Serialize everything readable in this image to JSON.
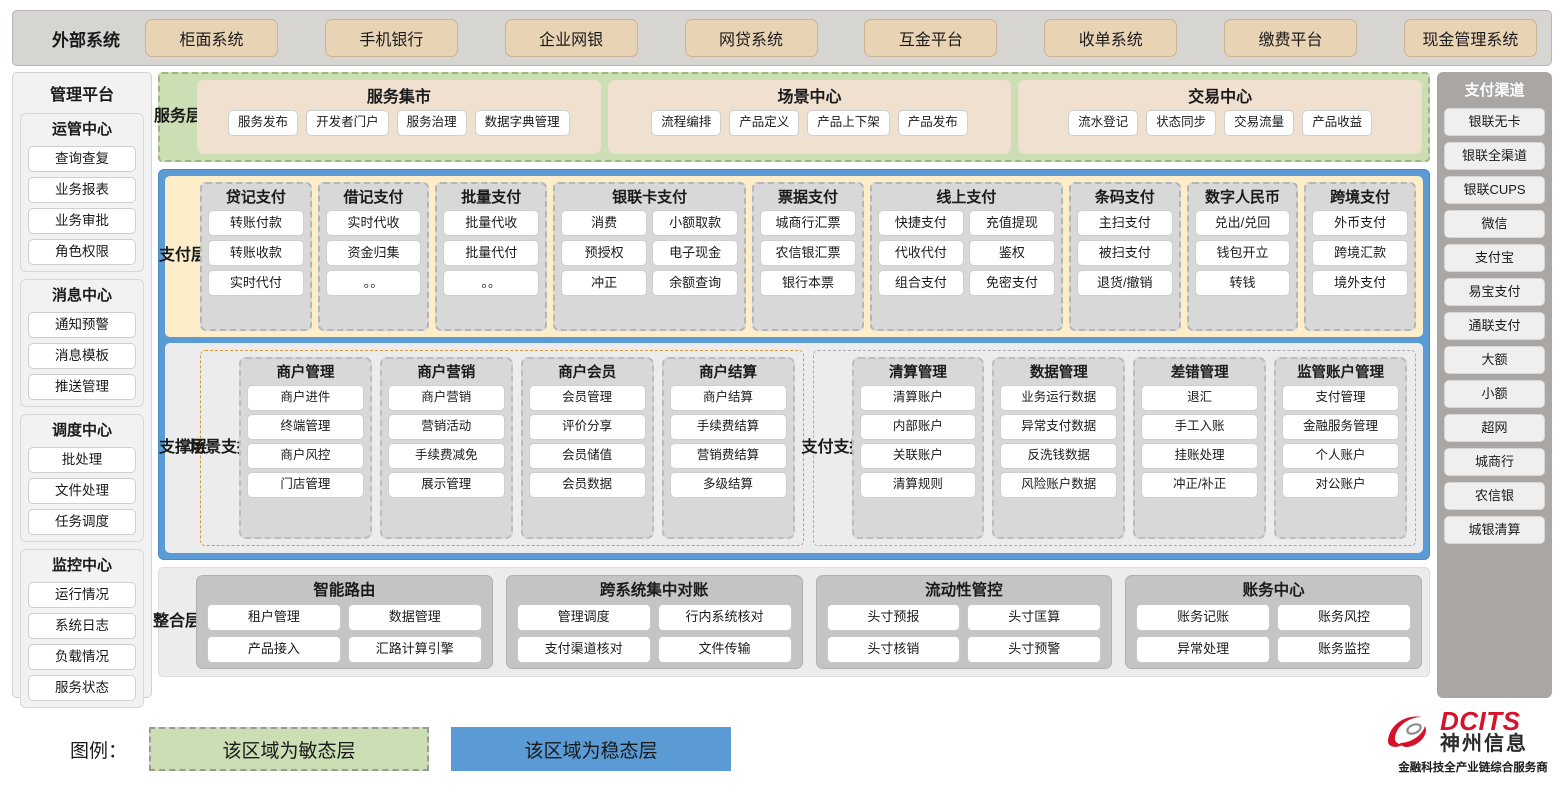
{
  "external": {
    "title": "外部系统",
    "items": [
      "柜面系统",
      "手机银行",
      "企业网银",
      "网贷系统",
      "互金平台",
      "收单系统",
      "缴费平台",
      "现金管理系统"
    ]
  },
  "management": {
    "title": "管理平台",
    "groups": [
      {
        "title": "运管中心",
        "items": [
          "查询查复",
          "业务报表",
          "业务审批",
          "角色权限"
        ]
      },
      {
        "title": "消息中心",
        "items": [
          "通知预警",
          "消息模板",
          "推送管理"
        ]
      },
      {
        "title": "调度中心",
        "items": [
          "批处理",
          "文件处理",
          "任务调度"
        ]
      },
      {
        "title": "监控中心",
        "items": [
          "运行情况",
          "系统日志",
          "负载情况",
          "服务状态"
        ]
      }
    ]
  },
  "channels": {
    "title": "支付渠道",
    "items": [
      "银联无卡",
      "银联全渠道",
      "银联CUPS",
      "微信",
      "支付宝",
      "易宝支付",
      "通联支付",
      "大额",
      "小额",
      "超网",
      "城商行",
      "农信银",
      "城银清算"
    ]
  },
  "service_layer": {
    "label": "服务层",
    "groups": [
      {
        "title": "服务集市",
        "items": [
          "服务发布",
          "开发者门户",
          "服务治理",
          "数据字典管理"
        ]
      },
      {
        "title": "场景中心",
        "items": [
          "流程编排",
          "产品定义",
          "产品上下架",
          "产品发布"
        ]
      },
      {
        "title": "交易中心",
        "items": [
          "流水登记",
          "状态同步",
          "交易流量",
          "产品收益"
        ]
      }
    ]
  },
  "payment_layer": {
    "label": "支付层",
    "groups": [
      {
        "title": "贷记支付",
        "cols": 1,
        "rows": [
          [
            "转账付款"
          ],
          [
            "转账收款"
          ],
          [
            "实时代付"
          ]
        ]
      },
      {
        "title": "借记支付",
        "cols": 1,
        "rows": [
          [
            "实时代收"
          ],
          [
            "资金归集"
          ],
          [
            "。。"
          ]
        ]
      },
      {
        "title": "批量支付",
        "cols": 1,
        "rows": [
          [
            "批量代收"
          ],
          [
            "批量代付"
          ],
          [
            "。。"
          ]
        ]
      },
      {
        "title": "银联卡支付",
        "cols": 2,
        "rows": [
          [
            "消费",
            "小额取款"
          ],
          [
            "预授权",
            "电子现金"
          ],
          [
            "冲正",
            "余额查询"
          ]
        ]
      },
      {
        "title": "票据支付",
        "cols": 1,
        "rows": [
          [
            "城商行汇票"
          ],
          [
            "农信银汇票"
          ],
          [
            "银行本票"
          ]
        ]
      },
      {
        "title": "线上支付",
        "cols": 2,
        "rows": [
          [
            "快捷支付",
            "充值提现"
          ],
          [
            "代收代付",
            "鉴权"
          ],
          [
            "组合支付",
            "免密支付"
          ]
        ]
      },
      {
        "title": "条码支付",
        "cols": 1,
        "rows": [
          [
            "主扫支付"
          ],
          [
            "被扫支付"
          ],
          [
            "退货/撤销"
          ]
        ]
      },
      {
        "title": "数字人民币",
        "cols": 1,
        "rows": [
          [
            "兑出/兑回"
          ],
          [
            "钱包开立"
          ],
          [
            "转钱"
          ]
        ]
      },
      {
        "title": "跨境支付",
        "cols": 1,
        "rows": [
          [
            "外币支付"
          ],
          [
            "跨境汇款"
          ],
          [
            "境外支付"
          ]
        ]
      }
    ]
  },
  "support_layer": {
    "label": "支撑层",
    "regions": [
      {
        "label": "场景支撑",
        "groups": [
          {
            "title": "商户管理",
            "items": [
              "商户进件",
              "终端管理",
              "商户风控",
              "门店管理"
            ]
          },
          {
            "title": "商户营销",
            "items": [
              "商户营销",
              "营销活动",
              "手续费减免",
              "展示管理"
            ]
          },
          {
            "title": "商户会员",
            "items": [
              "会员管理",
              "评价分享",
              "会员储值",
              "会员数据"
            ]
          },
          {
            "title": "商户结算",
            "items": [
              "商户结算",
              "手续费结算",
              "营销费结算",
              "多级结算"
            ]
          }
        ]
      },
      {
        "label": "支付支撑",
        "groups": [
          {
            "title": "清算管理",
            "items": [
              "清算账户",
              "内部账户",
              "关联账户",
              "清算规则"
            ]
          },
          {
            "title": "数据管理",
            "items": [
              "业务运行数据",
              "异常支付数据",
              "反洗钱数据",
              "风险账户数据"
            ]
          },
          {
            "title": "差错管理",
            "items": [
              "退汇",
              "手工入账",
              "挂账处理",
              "冲正/补正"
            ]
          },
          {
            "title": "监管账户管理",
            "items": [
              "支付管理",
              "金融服务管理",
              "个人账户",
              "对公账户"
            ]
          }
        ]
      }
    ]
  },
  "integration_layer": {
    "label": "整合层",
    "groups": [
      {
        "title": "智能路由",
        "rows": [
          [
            "租户管理",
            "数据管理"
          ],
          [
            "产品接入",
            "汇路计算引擎"
          ]
        ]
      },
      {
        "title": "跨系统集中对账",
        "rows": [
          [
            "管理调度",
            "行内系统核对"
          ],
          [
            "支付渠道核对",
            "文件传输"
          ]
        ]
      },
      {
        "title": "流动性管控",
        "rows": [
          [
            "头寸预报",
            "头寸匡算"
          ],
          [
            "头寸核销",
            "头寸预警"
          ]
        ]
      },
      {
        "title": "账务中心",
        "rows": [
          [
            "账务记账",
            "账务风控"
          ],
          [
            "异常处理",
            "账务监控"
          ]
        ]
      }
    ]
  },
  "legend": {
    "label": "图例：",
    "agile": "该区域为敏态层",
    "stable": "该区域为稳态层"
  },
  "logo": {
    "en": "DCITS",
    "cn": "神州信息",
    "tagline": "金融科技全产业链综合服务商"
  },
  "colors": {
    "agile_green": "#ccdfb4",
    "stable_blue": "#5b9bd5",
    "payment_cream": "#fdeec9",
    "external_chip": "#e9d3b5",
    "brand_red": "#d6122b"
  }
}
